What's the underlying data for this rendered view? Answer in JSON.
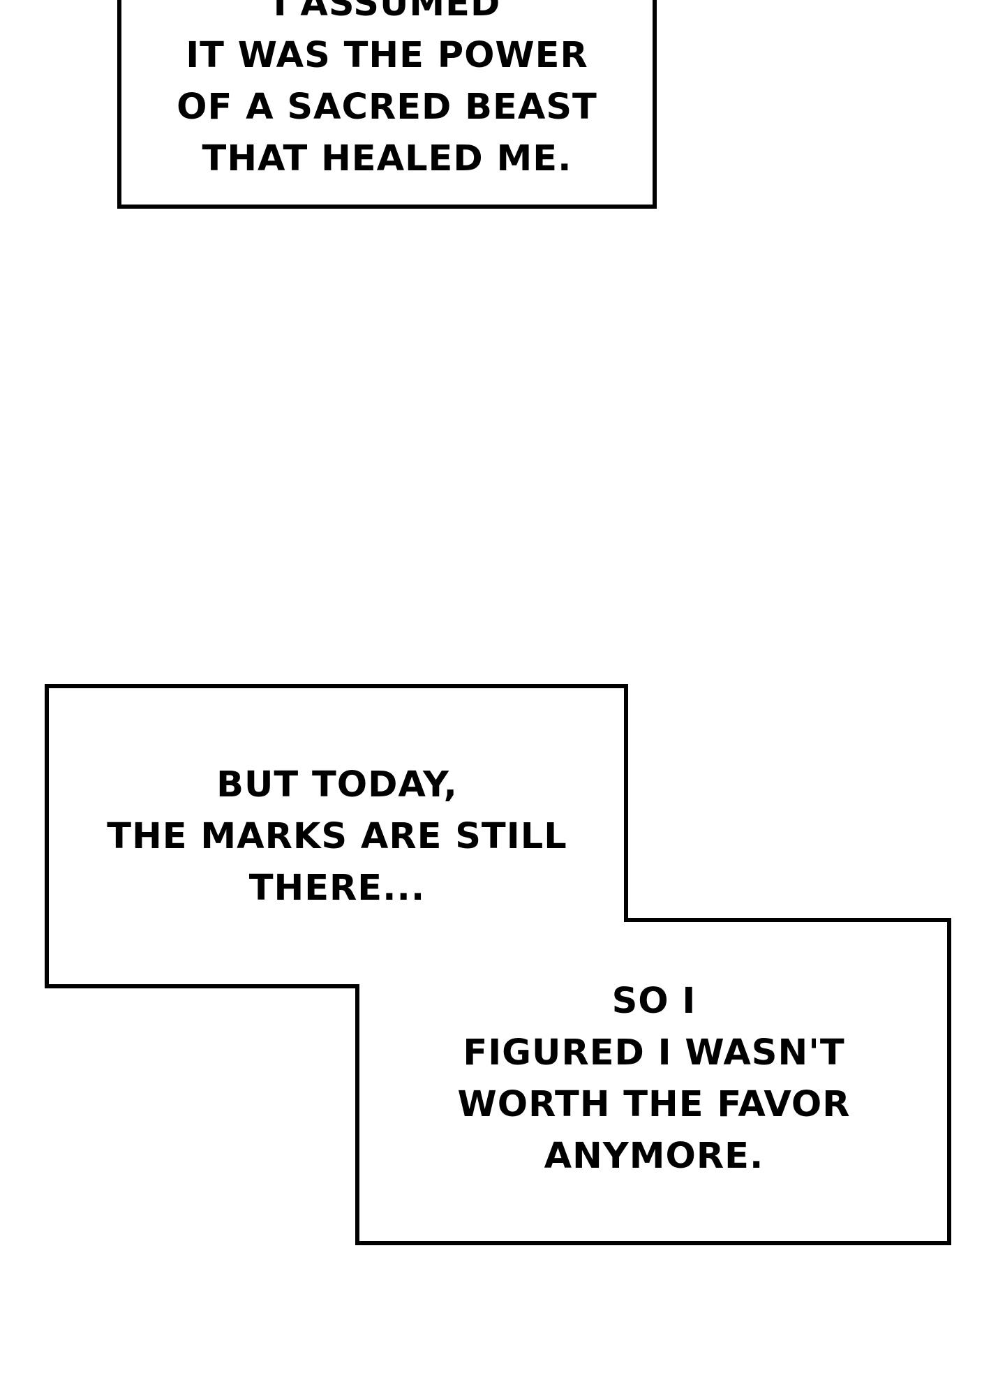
{
  "captions": [
    {
      "lines": [
        "I ASSUMED",
        "IT WAS THE POWER",
        "OF A SACRED BEAST",
        "THAT HEALED ME."
      ]
    },
    {
      "lines": [
        "BUT TODAY,",
        "THE MARKS ARE STILL",
        "THERE..."
      ]
    },
    {
      "lines": [
        "SO I",
        "FIGURED I WASN'T",
        "WORTH THE FAVOR",
        "ANYMORE."
      ]
    }
  ],
  "colors": {
    "background": "#ffffff",
    "ink": "#000000"
  }
}
